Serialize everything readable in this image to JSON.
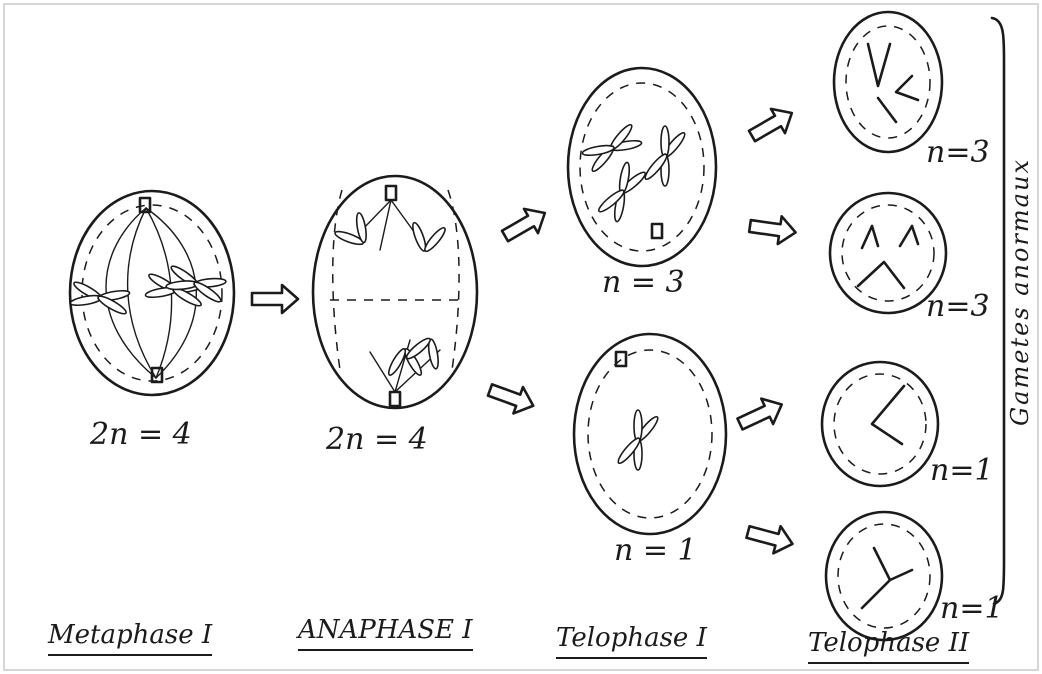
{
  "labels": {
    "metaphase_1_ploidy": "2n = 4",
    "anaphase_1_ploidy": "2n = 4",
    "telophase_1_top_ploidy": "n = 3",
    "telophase_1_bottom_ploidy": "n = 1",
    "gamete_1_ploidy": "n=3",
    "gamete_2_ploidy": "n=3",
    "gamete_3_ploidy": "n=1",
    "gamete_4_ploidy": "n=1"
  },
  "phases": {
    "metaphase_1": "Metaphase I",
    "anaphase_1": "ANAPHASE I",
    "telophase_1": "Telophase I",
    "telophase_2": "Telophase II"
  },
  "side_label": "Gametes anormaux",
  "colors": {
    "ink": "#1c1a1a",
    "paper": "#ffffff"
  }
}
